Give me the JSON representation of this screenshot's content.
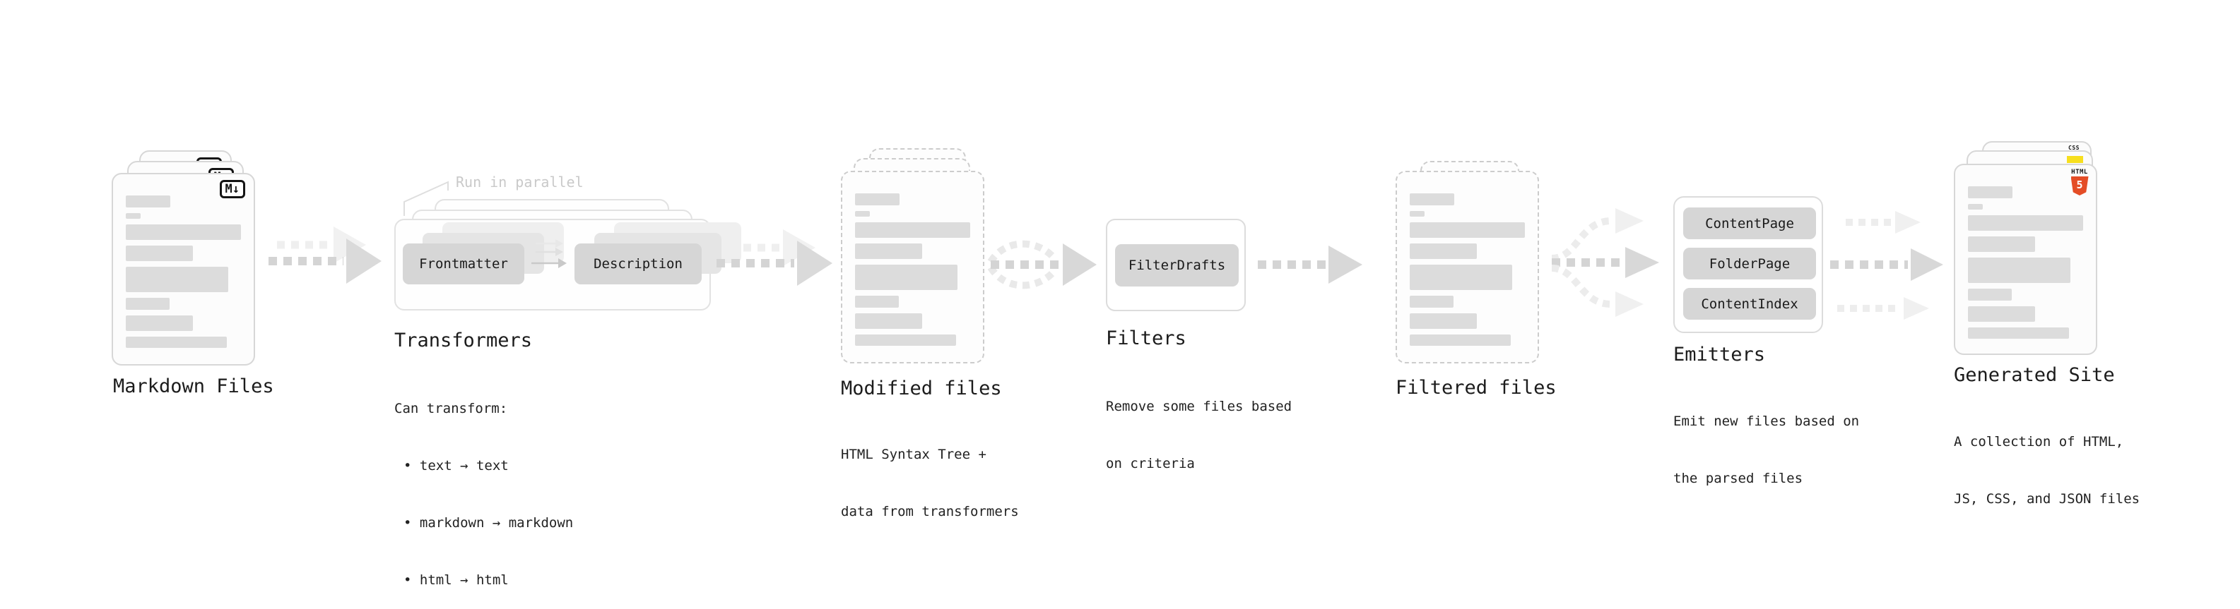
{
  "markdown_files": {
    "title": "Markdown Files",
    "badge": "M↓"
  },
  "transformers": {
    "title": "Transformers",
    "parallel_note": "Run in parallel",
    "input_pill": "Frontmatter",
    "output_pill": "Description",
    "lines": [
      "Can transform:",
      "• text → text",
      "• markdown → markdown",
      "• html → html"
    ]
  },
  "modified_files": {
    "title": "Modified files",
    "lines": [
      "HTML Syntax Tree +",
      "data from transformers"
    ]
  },
  "filters": {
    "title": "Filters",
    "pill": "FilterDrafts",
    "lines": [
      "Remove some files based",
      "on criteria"
    ]
  },
  "filtered_files": {
    "title": "Filtered files"
  },
  "emitters": {
    "title": "Emitters",
    "pills": [
      "ContentPage",
      "FolderPage",
      "ContentIndex"
    ],
    "lines": [
      "Emit new files based on",
      "the parsed files"
    ]
  },
  "generated_site": {
    "title": "Generated Site",
    "lines": [
      "A collection of HTML,",
      "JS, CSS, and JSON files"
    ],
    "css_badge": "CSS",
    "html_badge": "HTML",
    "html_number": "5"
  },
  "file_bars": [
    {
      "w": 63,
      "h": 17
    },
    {
      "w": 21,
      "h": 8
    },
    {
      "w": 163,
      "h": 22
    },
    {
      "w": 95,
      "h": 22
    },
    {
      "w": 145,
      "h": 36
    },
    {
      "w": 62,
      "h": 17
    },
    {
      "w": 95,
      "h": 22
    },
    {
      "w": 143,
      "h": 16
    }
  ],
  "colors": {
    "html5_orange": "#e44d26",
    "js_yellow": "#f7df1e",
    "css_blue": "#2862e9",
    "arrow_gray": "#d4d4d4",
    "ghost_gray": "#ededed"
  }
}
